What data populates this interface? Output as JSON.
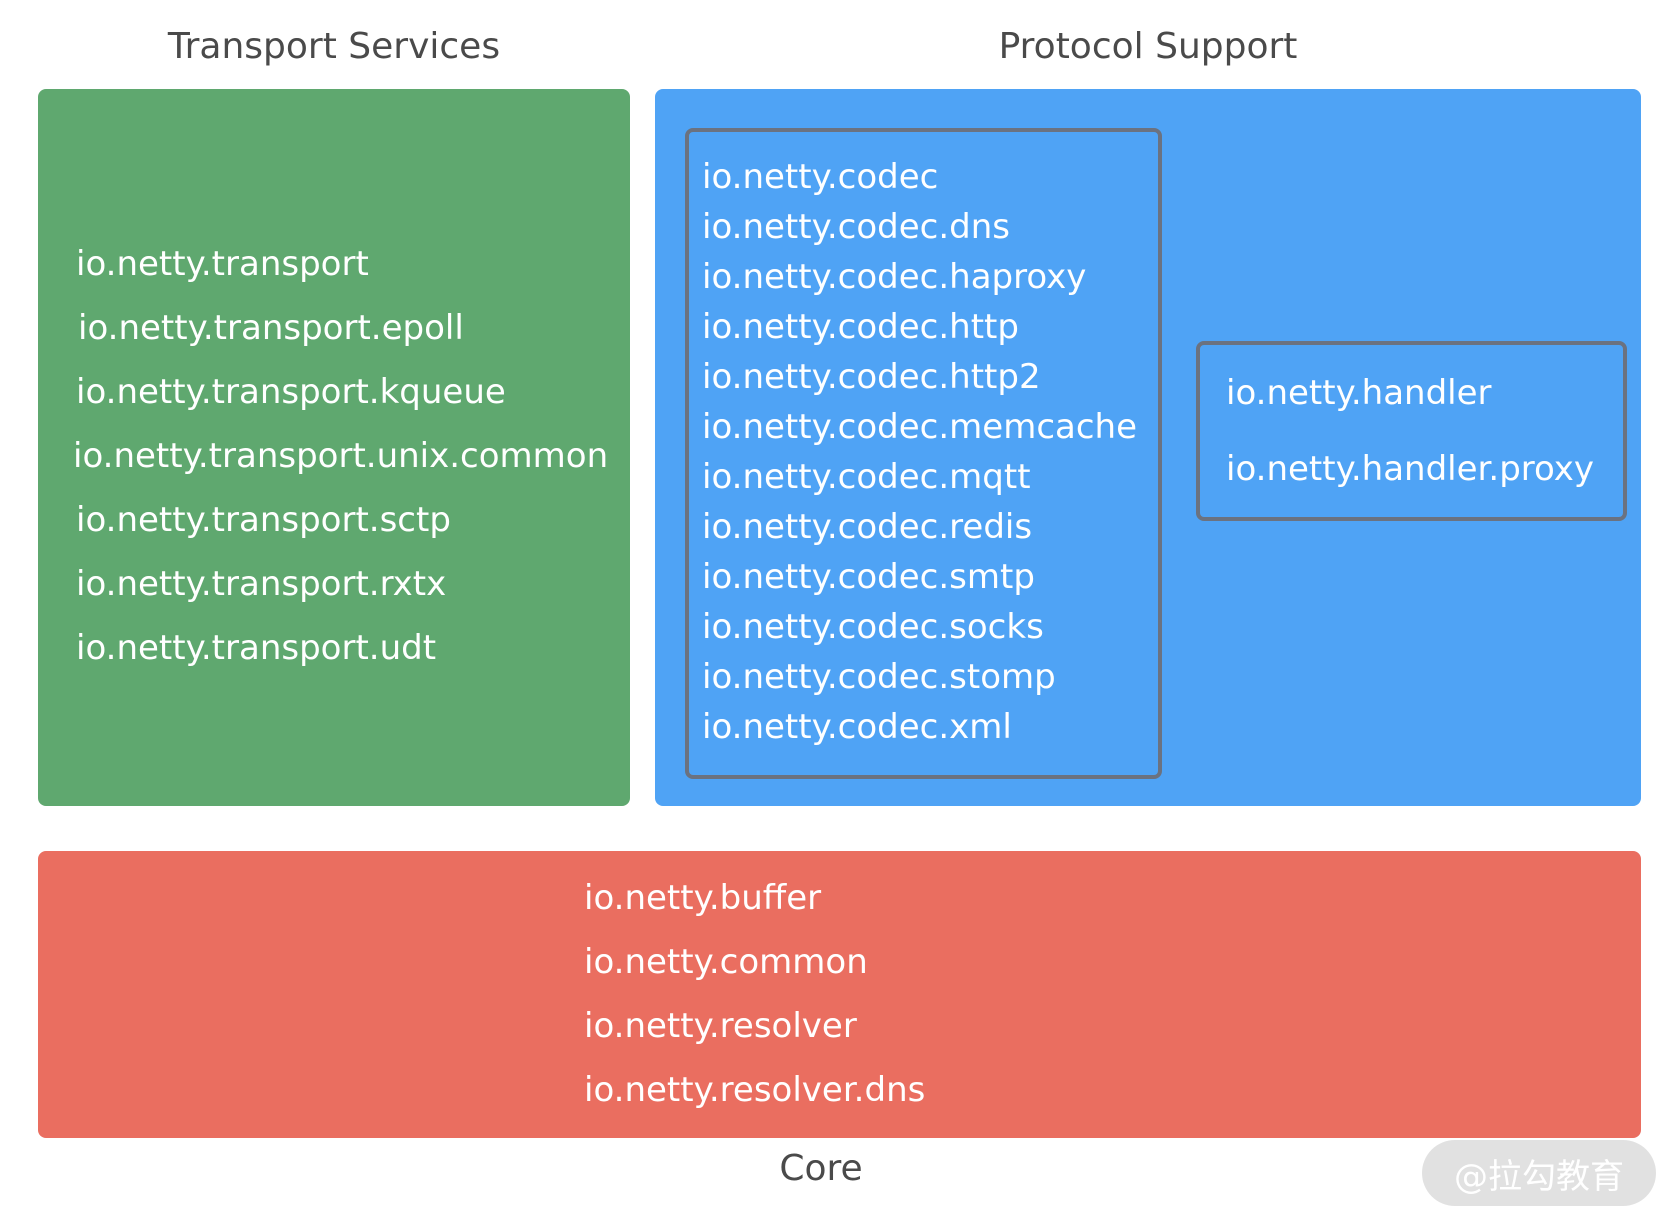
{
  "transport": {
    "title": "Transport Services",
    "packages": [
      "io.netty.transport",
      "io.netty.transport.epoll",
      "io.netty.transport.kqueue",
      "io.netty.transport.unix.common",
      "io.netty.transport.sctp",
      "io.netty.transport.rxtx",
      "io.netty.transport.udt"
    ]
  },
  "protocol": {
    "title": "Protocol Support",
    "codec_packages": [
      "io.netty.codec",
      "io.netty.codec.dns",
      "io.netty.codec.haproxy",
      "io.netty.codec.http",
      "io.netty.codec.http2",
      "io.netty.codec.memcache",
      "io.netty.codec.mqtt",
      "io.netty.codec.redis",
      "io.netty.codec.smtp",
      "io.netty.codec.socks",
      "io.netty.codec.stomp",
      "io.netty.codec.xml"
    ],
    "handler_packages": [
      "io.netty.handler",
      "io.netty.handler.proxy"
    ]
  },
  "core": {
    "title": "Core",
    "packages": [
      "io.netty.buffer",
      "io.netty.common",
      "io.netty.resolver",
      "io.netty.resolver.dns"
    ]
  },
  "watermark": "@拉勾教育",
  "colors": {
    "transport": "#5fa86f",
    "protocol": "#4fa3f5",
    "core": "#ea6e60",
    "box_border": "#6b7280",
    "title_text": "#4a4a4a"
  }
}
